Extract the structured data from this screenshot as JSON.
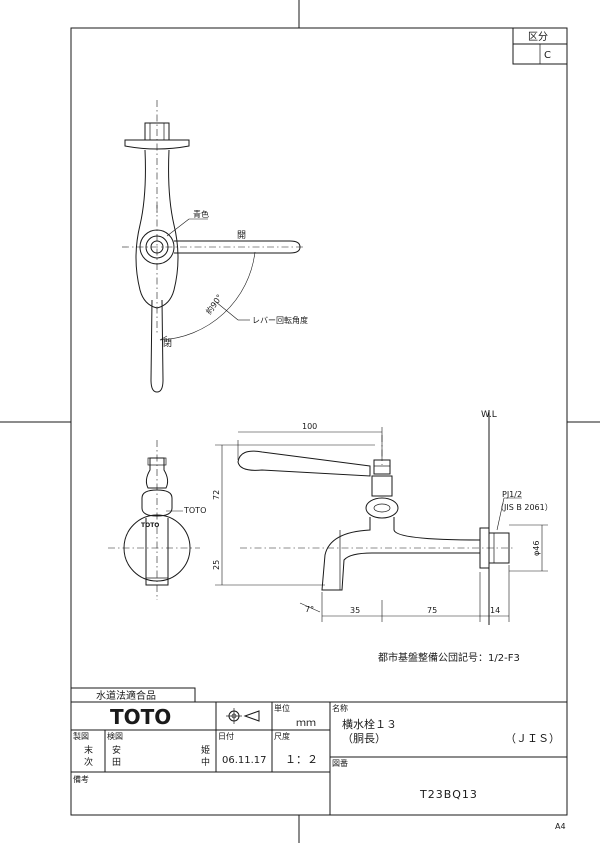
{
  "sheet": {
    "kubun_label": "区分",
    "kubun_value": "C",
    "paper_size": "A4"
  },
  "callouts": {
    "color_label": "青色",
    "open_top": "開",
    "open_bottom": "閉",
    "angle_label": "約90°",
    "lever_angle": "レバー回転角度",
    "brand_mark": "TOTO",
    "wl": "W.L",
    "pipe_thread": "PJ1/2",
    "jis_std": "（JIS B 2061）",
    "city_code": "都市基盤整備公団記号：1/2-F3"
  },
  "dimensions": {
    "width_100": "100",
    "height_72": "72",
    "height_25": "25",
    "angle_7": "7°",
    "d35": "35",
    "d75": "75",
    "d14": "14",
    "dia_46": "φ46"
  },
  "title_block": {
    "compliance": "水道法適合品",
    "brand": "TOTO",
    "unit_label": "単位",
    "unit_value": "ｍｍ",
    "name_label": "名称",
    "name_line1": "横水栓１３",
    "name_line2": "（胴長）",
    "name_std": "（ＪＩＳ）",
    "drawn_label": "製図",
    "checked_label": "検図",
    "drawn_name1": "末",
    "drawn_name2": "次",
    "checked_name1": "安",
    "checked_name2": "田",
    "stamp1": "姫",
    "stamp2": "中",
    "date_label": "日付",
    "date_value": "06.11.17",
    "scale_label": "尺度",
    "scale_value": "１：２",
    "drawing_no_label": "図番",
    "drawing_no": "T23BQ13",
    "remarks_label": "備考"
  }
}
